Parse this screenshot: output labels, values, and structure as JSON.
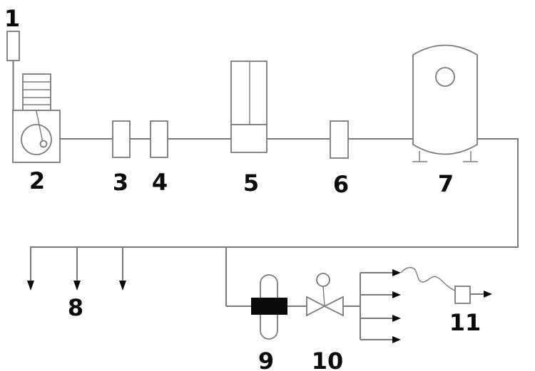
{
  "diagram": {
    "type": "process-flow-schematic",
    "labels": [
      "1",
      "2",
      "3",
      "4",
      "5",
      "6",
      "7",
      "8",
      "9",
      "10",
      "11"
    ]
  },
  "colors": {
    "line": "#7a7a7a",
    "ink": "#0a0a0a",
    "symbol_fill": "#ffffff",
    "background": "#ffffff"
  }
}
